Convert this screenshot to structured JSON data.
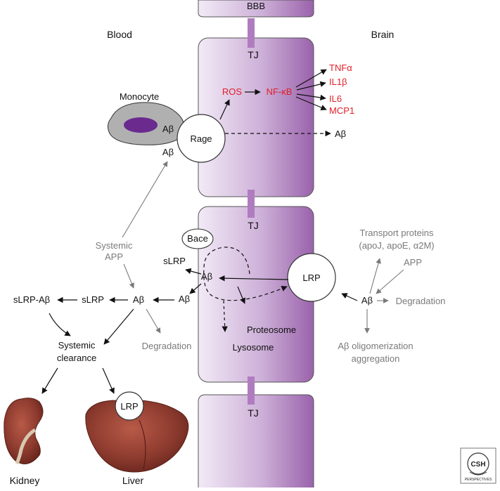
{
  "regions": {
    "bbb": "BBB",
    "blood": "Blood",
    "brain": "Brain"
  },
  "junction_label": "TJ",
  "receptors": {
    "rage": "Rage",
    "lrp": "LRP",
    "liver_lrp": "LRP"
  },
  "cells": {
    "monocyte": "Monocyte",
    "bace": "Bace"
  },
  "amyloid": "Aβ",
  "upper_cell": {
    "ros": "ROS",
    "nfkb": "NF-κB",
    "cytokines": [
      "TNFα",
      "IL1β",
      "IL6",
      "MCP1"
    ]
  },
  "middle_cell": {
    "slrp": "sLRP",
    "proteosome": "Proteosome",
    "lysosome": "Lysosome"
  },
  "blood_side": {
    "systemic_app": [
      "Systemic",
      "APP"
    ],
    "slrp": "sLRP",
    "slrp_abeta": "sLRP-Aβ",
    "degradation": "Degradation",
    "systemic_clearance": [
      "Systemic",
      "clearance"
    ]
  },
  "brain_side": {
    "transport_proteins": [
      "Transport proteins",
      "(apoJ, apoE, α2M)"
    ],
    "app": "APP",
    "degradation": "Degradation",
    "oligomerization": [
      "Aβ oligomerization",
      "aggregation"
    ]
  },
  "organs": {
    "kidney": "Kidney",
    "liver": "Liver"
  },
  "logo": "CSH PERSPECTIVES",
  "colors": {
    "cell_left": "#efe6f3",
    "cell_right": "#a070b0",
    "junction": "#b07cbf",
    "cytokine_red": "#e0202a",
    "gray_text": "#7a7a7a",
    "monocyte_fill": "#b0b0b0",
    "nucleus": "#6a2a8e",
    "organ": "#8a3a30"
  }
}
